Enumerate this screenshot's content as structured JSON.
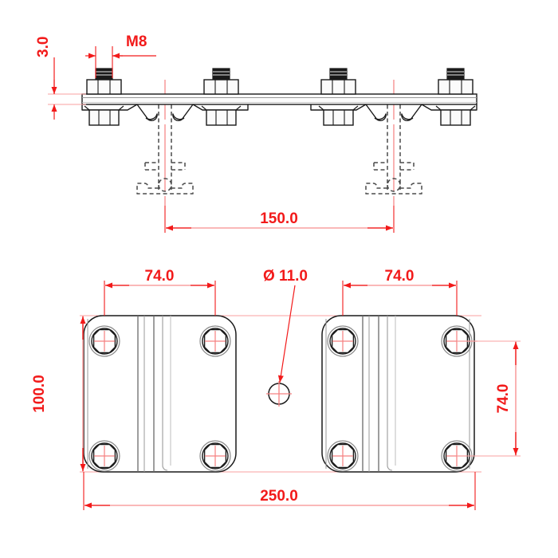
{
  "drawing": {
    "type": "engineering-technical-drawing",
    "units": "mm",
    "views": [
      {
        "name": "side-elevation-view",
        "position": "top"
      },
      {
        "name": "plan-bottom-view",
        "position": "bottom"
      }
    ],
    "colors": {
      "dimension": "#f21a1a",
      "dimension_light": "#fbb6b6",
      "outline": "#1a1a1a",
      "hidden": "#555555",
      "background": "#ffffff"
    }
  },
  "dimensions": {
    "thread_callout": "M8",
    "plate_thickness": "3.0",
    "rail_spacing": "150.0",
    "hole_spacing_left": "74.0",
    "hole_spacing_right": "74.0",
    "hole_diameter": "Ø 11.0",
    "plate_height": "100.0",
    "hole_spacing_vertical": "74.0",
    "overall_length": "250.0"
  },
  "chart_data": {
    "type": "table",
    "title": "Bracket plate assembly dimensions",
    "categories": [
      "M8",
      "3.0",
      "150.0",
      "74.0",
      "Ø 11.0",
      "100.0",
      "74.0",
      "250.0"
    ],
    "values": [
      8,
      3.0,
      150.0,
      74.0,
      11.0,
      100.0,
      74.0,
      250.0
    ]
  }
}
